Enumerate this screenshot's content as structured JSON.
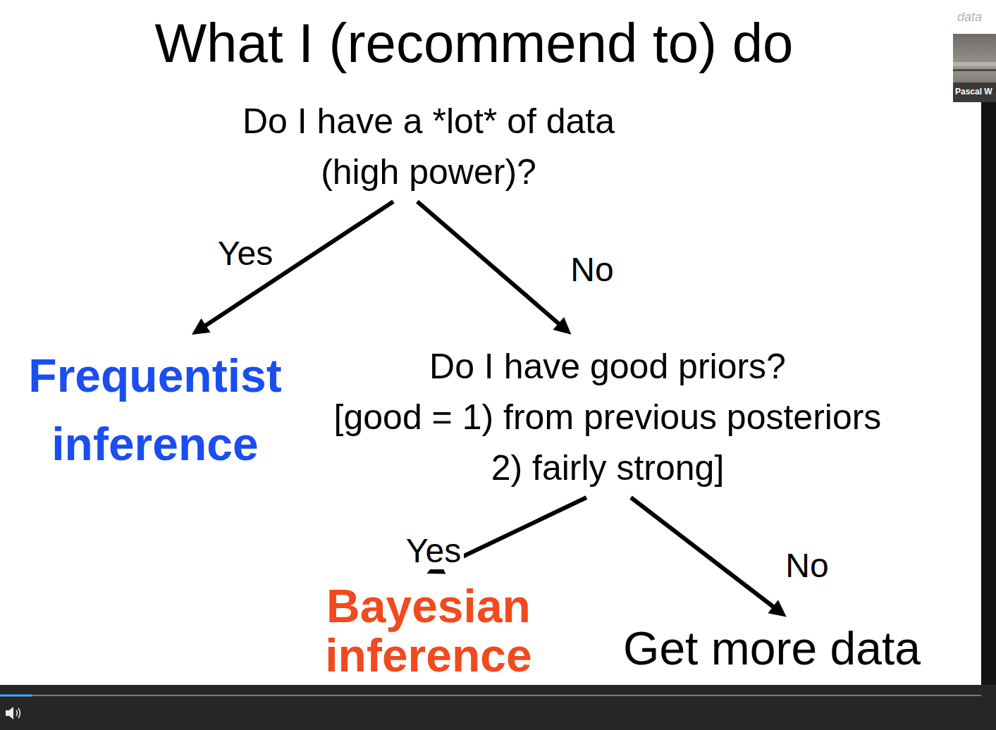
{
  "diagram": {
    "title": "What I (recommend to) do",
    "nodes": [
      {
        "text": [
          "Do I have a *lot* of data (high power)?"
        ]
      },
      {
        "text": [
          "Frequentist inference"
        ]
      },
      {
        "text": [
          "Do I have good priors?",
          "[good = 1) from previous posteriors 2) fairly strong]"
        ]
      },
      {
        "text": [
          "Bayesian inference"
        ]
      },
      {
        "text": [
          "Get more data"
        ]
      }
    ],
    "edges": [
      {
        "from": 0,
        "to": 1,
        "label": "Yes",
        "arrow": "to"
      },
      {
        "from": 0,
        "to": 2,
        "label": "No",
        "arrow": "to"
      },
      {
        "from": 2,
        "to": 3,
        "label": "Yes",
        "arrow": "to"
      },
      {
        "from": 2,
        "to": 4,
        "label": "No",
        "arrow": "to"
      }
    ],
    "labels": [
      "data",
      "Pascal W"
    ]
  }
}
